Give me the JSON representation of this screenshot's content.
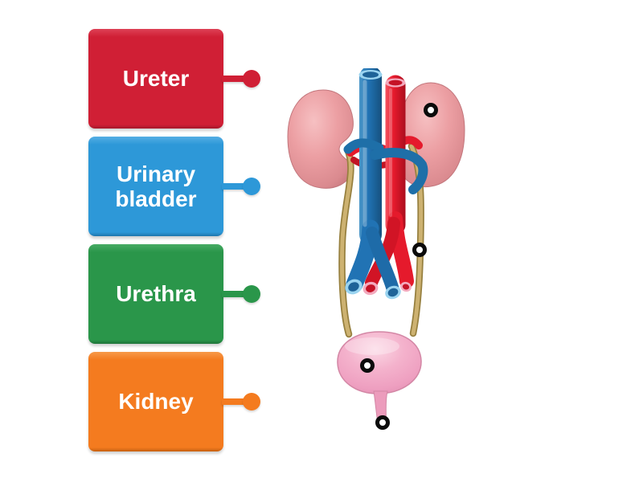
{
  "cards": [
    {
      "label": "Ureter",
      "color": "#d01f35"
    },
    {
      "label": "Urinary bladder",
      "color": "#2d98d8"
    },
    {
      "label": "Urethra",
      "color": "#2a964a"
    },
    {
      "label": "Kidney",
      "color": "#f47b1f"
    }
  ],
  "diagram": {
    "illustration": "urinary-system",
    "colors": {
      "kidney": "#ec9fa3",
      "vein": "#2173b4",
      "artery": "#e51a2c",
      "ureter": "#cdb271",
      "bladder": "#f0a3c2",
      "target_ring": "#0b0b0b"
    },
    "targets": [
      {
        "name": "target-right-kidney"
      },
      {
        "name": "target-right-ureter"
      },
      {
        "name": "target-bladder"
      },
      {
        "name": "target-urethra"
      }
    ]
  }
}
